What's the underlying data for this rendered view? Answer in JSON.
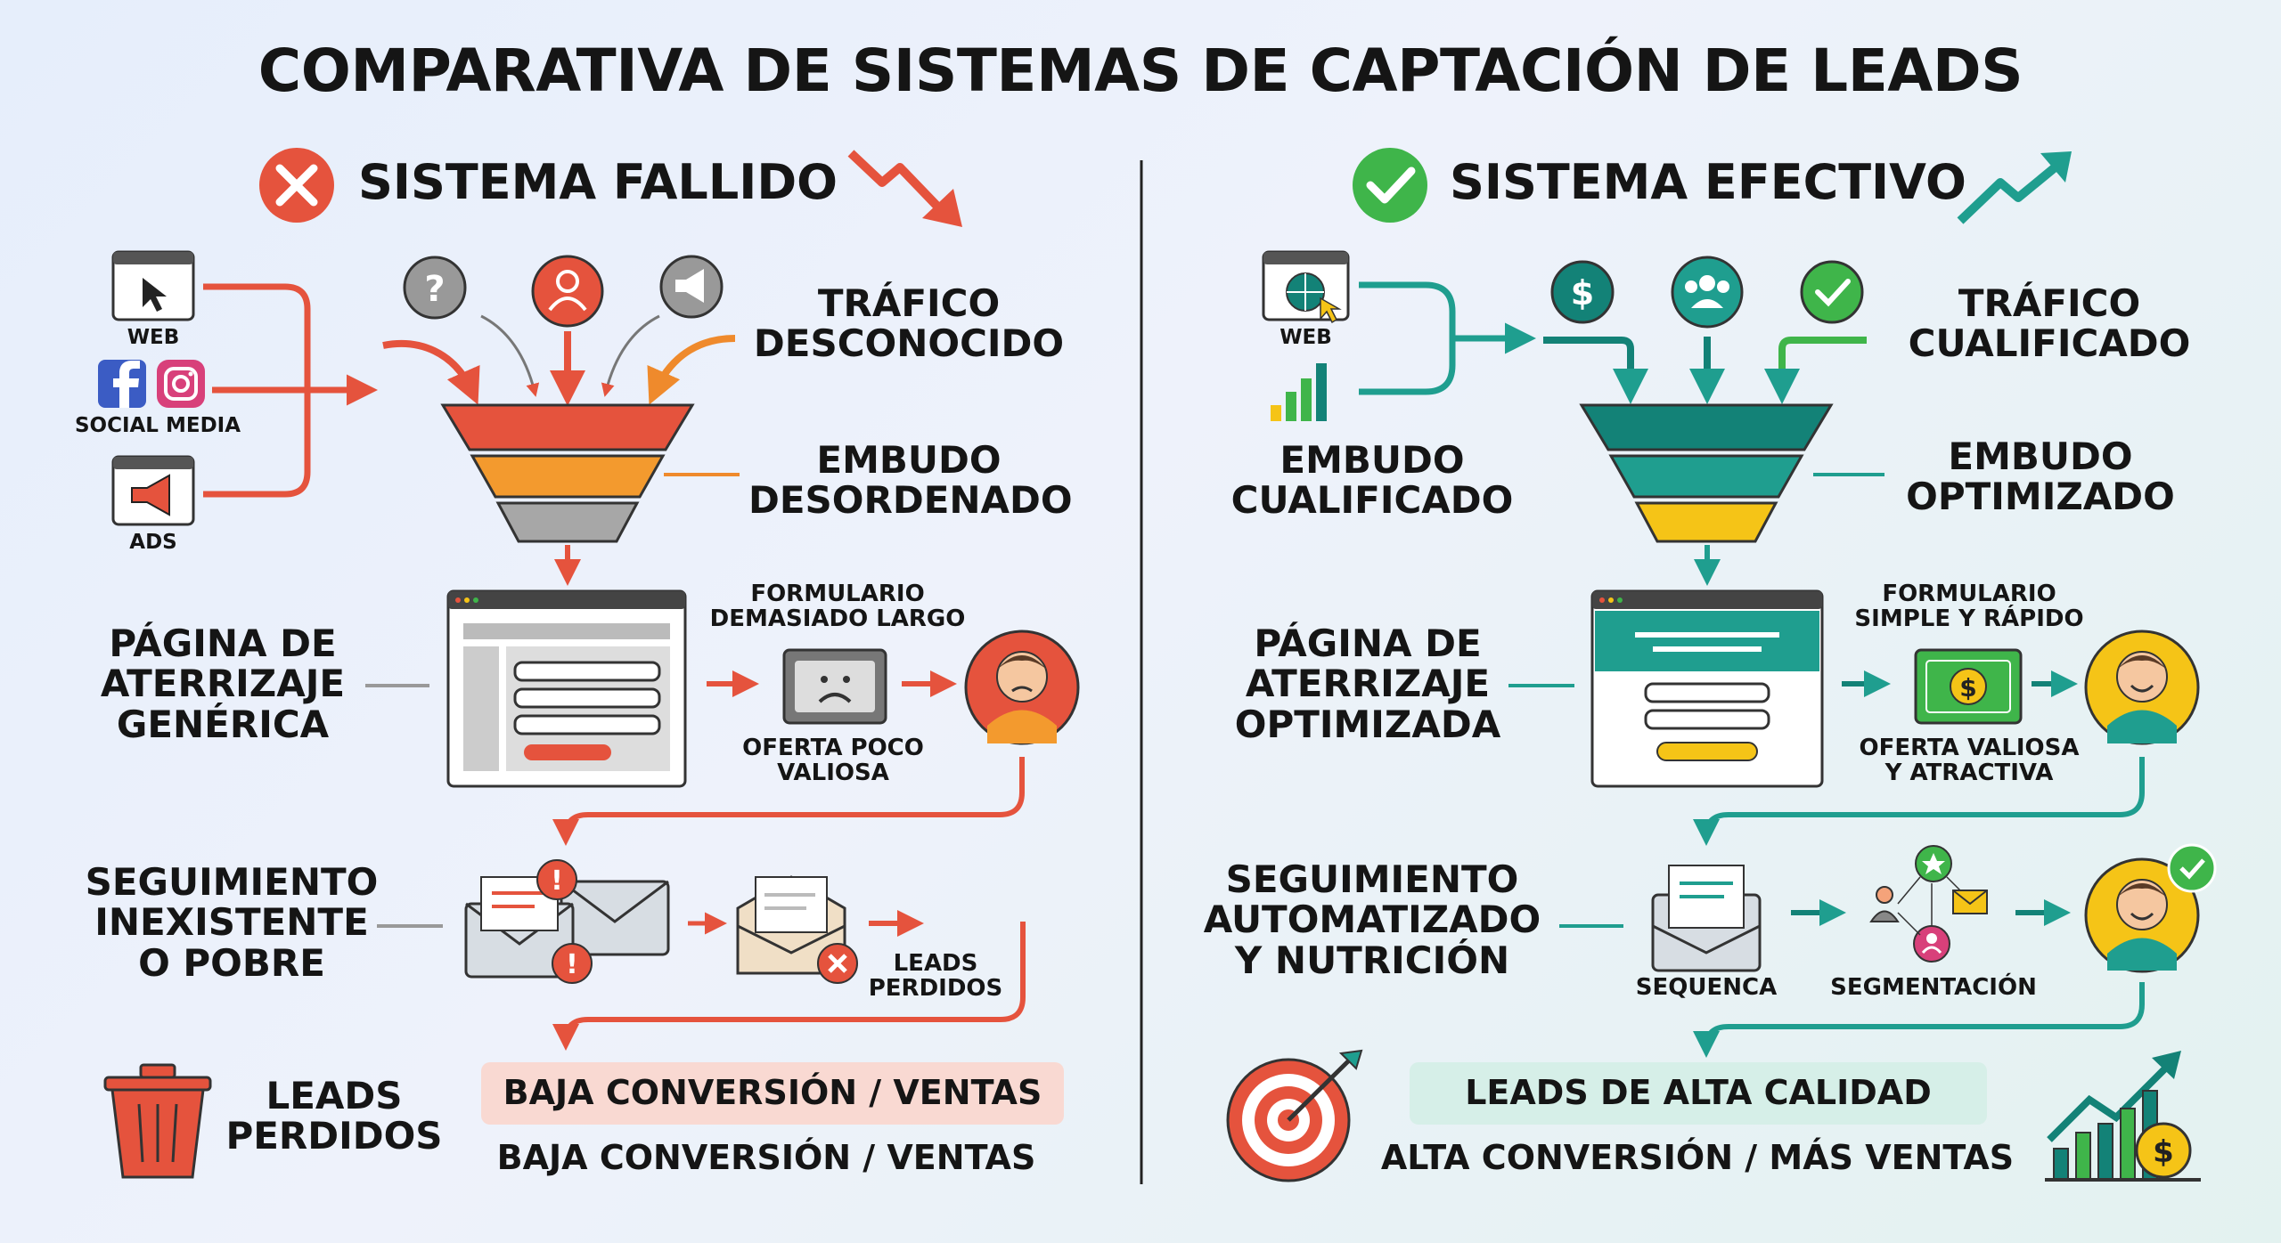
{
  "title": "COMPARATIVA DE SISTEMAS DE CAPTACIÓN DE LEADS",
  "colors": {
    "fail": "#e5533d",
    "fail_orange": "#f39a2e",
    "fail_gray": "#a7a7a7",
    "ok": "#1f9e8f",
    "ok_dark": "#138277",
    "ok_yellow": "#f5c417",
    "ok_green": "#3fb54a"
  },
  "failed": {
    "heading": "SISTEMA FALLIDO",
    "sources": [
      "WEB",
      "SOCIAL MEDIA",
      "ADS"
    ],
    "traffic": "TRÁFICO\nDESCONOCIDO",
    "funnel": "EMBUDO\nDESORDENADO",
    "landing": "PÁGINA DE\nATERRIZAJE\nGENÉRICA",
    "form": "FORMULARIO\nDEMASIADO LARGO",
    "offer": "OFERTA POCO\nVALIOSA",
    "followup": "SEGUIMIENTO\nINEXISTENTE\nO POBRE",
    "lost_small": "LEADS\nPERDIDOS",
    "lost": "LEADS\nPERDIDOS",
    "banner": "BAJA CONVERSIÓN / VENTAS",
    "result": "BAJA CONVERSIÓN / VENTAS",
    "icons": [
      "x-circle-icon",
      "trend-down-icon",
      "browser-cursor-icon",
      "facebook-icon",
      "instagram-icon",
      "megaphone-icon",
      "question-icon",
      "user-icon",
      "funnel-icon",
      "sad-ticket-icon",
      "sad-person-icon",
      "envelope-alert-icon",
      "open-envelope-x-icon",
      "trash-icon"
    ]
  },
  "effective": {
    "heading": "SISTEMA EFECTIVO",
    "sources": [
      "WEB"
    ],
    "traffic": "TRÁFICO\nCUALIFICADO",
    "funnel_left": "EMBUDO\nCUALIFICADO",
    "funnel": "EMBUDO\nOPTIMIZADO",
    "landing": "PÁGINA DE\nATERRIZAJE\nOPTIMIZADA",
    "form": "FORMULARIO\nSIMPLE Y RÁPIDO",
    "offer": "OFERTA VALIOSA\nY ATRACTIVA",
    "followup": "SEGUIMIENTO\nAUTOMATIZADO\nY NUTRICIÓN",
    "sequence": "SEQUENCA",
    "segmentation": "SEGMENTACIÓN",
    "banner": "LEADS DE ALTA CALIDAD",
    "result": "ALTA CONVERSIÓN / MÁS VENTAS",
    "icons": [
      "check-circle-icon",
      "trend-up-icon",
      "globe-browser-icon",
      "bar-chart-icon",
      "dollar-icon",
      "group-icon",
      "check-badge-icon",
      "funnel-icon",
      "money-bill-icon",
      "happy-person-icon",
      "envelope-letter-icon",
      "segmentation-icon",
      "target-icon",
      "growth-chart-icon"
    ]
  }
}
